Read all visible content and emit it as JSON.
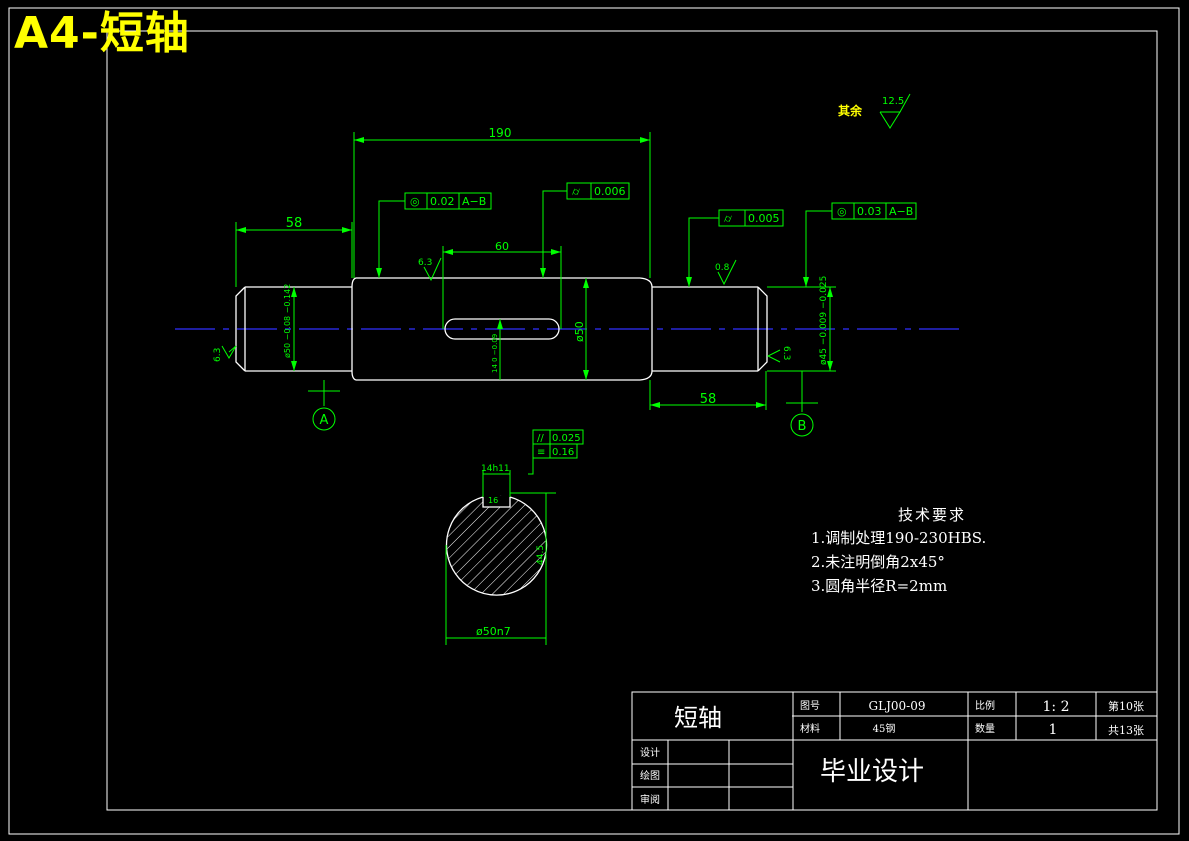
{
  "page_title": "A4-短轴",
  "surface": {
    "rest_label": "其余",
    "rest_value": "12.5"
  },
  "dimensions": {
    "overall_length": "190",
    "left_step_length": "58",
    "keyway_length": "60",
    "right_step_length": "58",
    "dia_left": "ø50 −0.08 −0.142",
    "dia_middle": "ø50",
    "dia_right": "ø45 −0.009 −0.025",
    "keyway_depth": "14 0 −0.09"
  },
  "roughness": {
    "left_face": "6.3",
    "keyway": "6.3",
    "right_step": "0.8",
    "right_face": "6.3"
  },
  "tolerance_frames": [
    {
      "symbol": "◎",
      "value": "0.02",
      "datum": "A−B"
    },
    {
      "symbol": "⌭",
      "value": "0.006"
    },
    {
      "symbol": "⌭",
      "value": "0.005"
    },
    {
      "symbol": "◎",
      "value": "0.03",
      "datum": "A−B"
    }
  ],
  "datums": {
    "a": "A",
    "b": "B"
  },
  "section": {
    "keyway_width": "14h11",
    "parallel_tol": "0.025",
    "symmetry_tol": "0.16",
    "inner_label": "16",
    "diameter": "ø50n7",
    "depth_label": "44.5"
  },
  "tech_requirements": {
    "title": "技术要求",
    "items": [
      "1.调制处理190-230HBS.",
      "2.未注明倒角2x45°",
      "3.圆角半径R=2mm"
    ]
  },
  "title_block": {
    "part_name": "短轴",
    "drawing_no_label": "图号",
    "drawing_no": "GLJ00-09",
    "scale_label": "比例",
    "scale": "1: 2",
    "sheet": "第10张",
    "material_label": "材料",
    "material": "45钢",
    "quantity_label": "数量",
    "quantity": "1",
    "total_sheets": "共13张",
    "designer_label": "设计",
    "drafter_label": "绘图",
    "reviewer_label": "审阅",
    "project": "毕业设计"
  }
}
